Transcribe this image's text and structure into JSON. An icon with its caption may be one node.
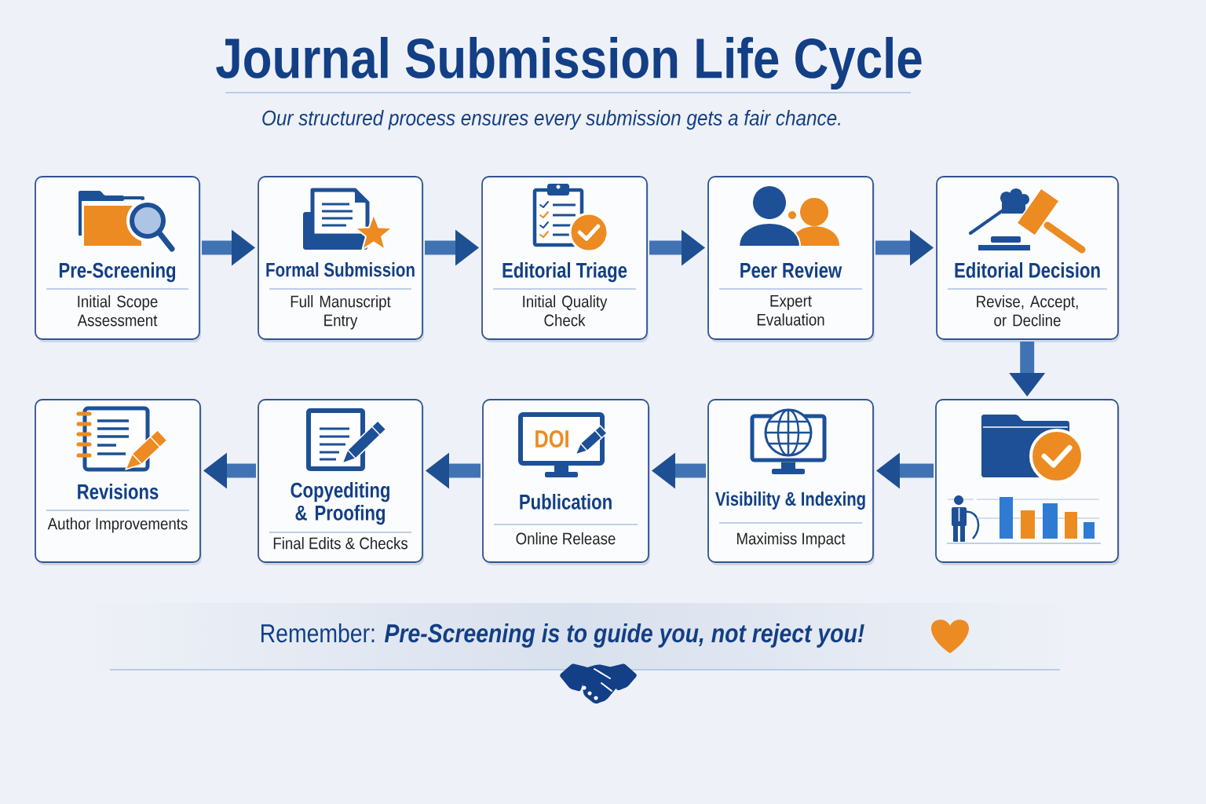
{
  "diagram": {
    "title": "Journal Submission Life Cycle",
    "nodes": [
      {
        "text": [
          "Pre-Screening",
          "Initial Scope Assessment"
        ]
      },
      {
        "text": [
          "Formal Submission",
          "Full Manuscript Entry"
        ]
      },
      {
        "text": [
          "Editorial Triage",
          "Initial Quality Check"
        ]
      },
      {
        "text": [
          "Peer Review",
          "Expert Evaluation"
        ]
      },
      {
        "text": [
          "Editorial Decision",
          "Revise, Accept, or Decline"
        ]
      },
      {
        "text": [
          "Revisions",
          "Author Improvements"
        ]
      },
      {
        "text": [
          "Copyediting & Proofing",
          "Final Edits & Checks"
        ]
      },
      {
        "text": [
          "Publication",
          "Online Release"
        ]
      },
      {
        "text": [
          "Visibility & Indexing",
          "Maximiss Impact"
        ]
      },
      {
        "text": [],
        "shape": "box"
      },
      {
        "text": [
          "Remember: **Pre-Screening is to guide you, not reject you!**"
        ]
      }
    ],
    "edges": [
      {
        "from": 0,
        "to": 1,
        "arrow": "to"
      },
      {
        "from": 1,
        "to": 2,
        "arrow": "to"
      },
      {
        "from": 2,
        "to": 3,
        "arrow": "to"
      },
      {
        "from": 3,
        "to": 4,
        "arrow": "to"
      },
      {
        "from": 4,
        "to": 9,
        "arrow": "to"
      },
      {
        "from": 9,
        "to": 8,
        "arrow": "to"
      },
      {
        "from": 8,
        "to": 7,
        "arrow": "to"
      },
      {
        "from": 7,
        "to": 6,
        "arrow": "to"
      },
      {
        "from": 6,
        "to": 5,
        "arrow": "to"
      }
    ],
    "labels": [
      "Our structured process ensures every submission gets a fair chance.",
      "DOI"
    ]
  }
}
